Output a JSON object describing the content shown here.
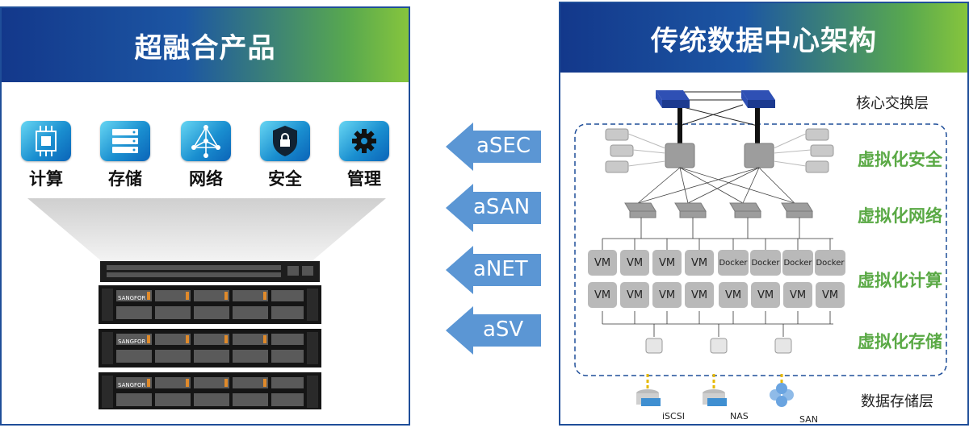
{
  "left": {
    "title": "超融合产品",
    "icons": [
      {
        "name": "cpu-icon",
        "label": "计算"
      },
      {
        "name": "storage-icon",
        "label": "存储"
      },
      {
        "name": "network-icon",
        "label": "网络"
      },
      {
        "name": "shield-lock-icon",
        "label": "安全"
      },
      {
        "name": "gear-icon",
        "label": "管理"
      }
    ],
    "server_brand": "SANGFOR"
  },
  "arrows": [
    "aSEC",
    "aSAN",
    "aNET",
    "aSV"
  ],
  "right": {
    "title": "传统数据中心架构",
    "core_layer": "核心交换层",
    "layers": [
      "虚拟化安全",
      "虚拟化网络",
      "虚拟化计算",
      "虚拟化存储"
    ],
    "vm_row1": [
      "VM",
      "VM",
      "VM",
      "VM",
      "Docker",
      "Docker",
      "Docker",
      "Docker"
    ],
    "vm_row2": [
      "VM",
      "VM",
      "VM",
      "VM",
      "VM",
      "VM",
      "VM",
      "VM"
    ],
    "storage_layer": "数据存储层",
    "storage_types": [
      "iSCSI",
      "NAS",
      "SAN"
    ]
  },
  "colors": {
    "header_start": "#13388b",
    "header_end": "#86c53d",
    "arrow": "#5b96d4",
    "layer_text": "#5aa945"
  }
}
